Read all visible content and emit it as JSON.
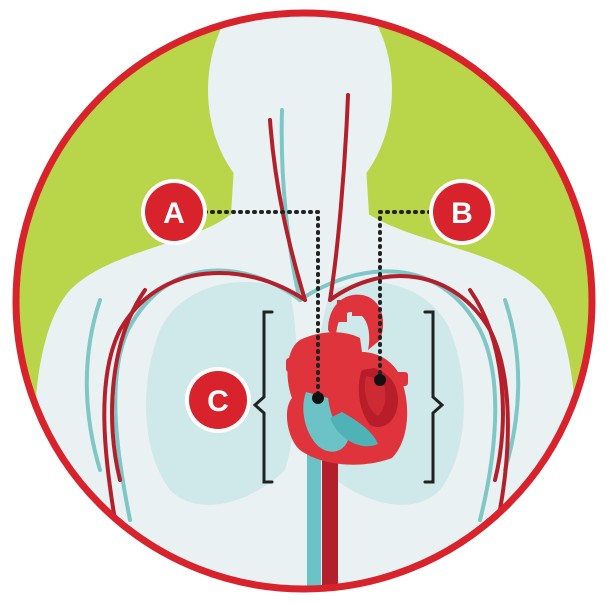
{
  "markers": [
    {
      "id": "a",
      "label": "A"
    },
    {
      "id": "b",
      "label": "B"
    },
    {
      "id": "c",
      "label": "C"
    }
  ],
  "colors": {
    "frame": "#d9232c",
    "background": "#b9d64a",
    "body": "#e9f1f2",
    "lungs": "#cfe8ea",
    "artery": "#b3202c",
    "vein": "#7fc6c6",
    "heart": "#e0343d",
    "heart_dark": "#b81d2a",
    "heart_chamber": "#6cc3c6",
    "marker": "#d9232c",
    "marker_text": "#ffffff",
    "leader": "#222222"
  }
}
